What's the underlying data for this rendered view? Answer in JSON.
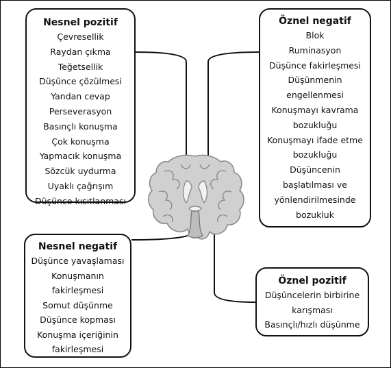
{
  "nesnel_pozitif": {
    "title": "Nesnel pozitif",
    "items": [
      "Çevresellik",
      "Raydan çıkma",
      "Teğetsellik",
      "Düşünce çözülmesi",
      "Yandan cevap",
      "Perseverasyon",
      "Basınçlı konuşma",
      "Çok konuşma",
      "Yapmacık konuşma",
      "Sözcük uydurma",
      "Uyaklı çağrışım",
      "Düşünce kısıtlanması"
    ]
  },
  "oznel_negatif": {
    "title": "Öznel negatif",
    "items": [
      "Blok",
      "Ruminasyon",
      "Düşünce fakirleşmesi",
      "Düşünmenin",
      "engellenmesi",
      "Konuşmayı kavrama",
      "bozukluğu",
      "Konuşmayı ifade etme",
      "bozukluğu",
      "Düşüncenin",
      "başlatılması ve",
      "yönlendirilmesinde",
      "bozukluk"
    ]
  },
  "nesnel_negatif": {
    "title": "Nesnel negatif",
    "items": [
      "Düşünce yavaşlaması",
      "Konuşmanın",
      "fakirleşmesi",
      "Somut düşünme",
      "Düşünce kopması",
      "Konuşma içeriğinin",
      "fakirleşmesi"
    ]
  },
  "oznel_pozitif": {
    "title": "Öznel pozitif",
    "items": [
      "Düşüncelerin birbirine",
      "karışması",
      "Basınçlı/hızlı düşünme"
    ]
  }
}
